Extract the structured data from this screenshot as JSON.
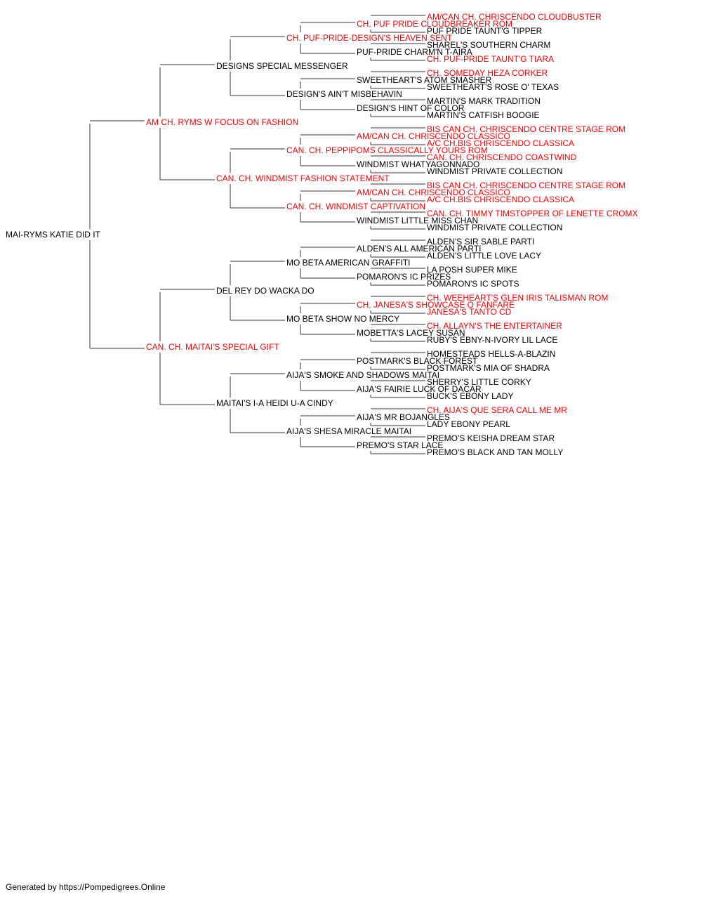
{
  "colors": {
    "champion": "#ff0000",
    "regular": "#000000",
    "line": "#333333"
  },
  "pedigree": {
    "name": "MAI-RYMS KATIE DID IT",
    "ch": false,
    "sire": {
      "name": "AM CH. RYMS W FOCUS ON FASHION",
      "ch": true,
      "sire": {
        "name": "DESIGNS SPECIAL MESSENGER",
        "ch": false,
        "sire": {
          "name": "CH. PUF-PRIDE-DESIGN'S HEAVEN SENT",
          "ch": true,
          "sire": {
            "name": "CH. PUF PRIDE CLOUDBREAKER ROM",
            "ch": true,
            "sire": {
              "name": "AM/CAN CH. CHRISCENDO CLOUDBUSTER",
              "ch": true
            },
            "dam": {
              "name": "PUF PRIDE TAUNT'G TIPPER",
              "ch": false
            }
          },
          "dam": {
            "name": "PUF-PRIDE CHARM'N T-AIRA",
            "ch": false,
            "sire": {
              "name": "SHAREL'S SOUTHERN CHARM",
              "ch": false
            },
            "dam": {
              "name": "CH. PUF-PRIDE TAUNT'G TIARA",
              "ch": true
            }
          }
        },
        "dam": {
          "name": "DESIGN'S AIN'T MISBEHAVIN",
          "ch": false,
          "sire": {
            "name": "SWEETHEART'S ATOM SMASHER",
            "ch": false,
            "sire": {
              "name": "CH. SOMEDAY HEZA CORKER",
              "ch": true
            },
            "dam": {
              "name": "SWEETHEART'S ROSE O' TEXAS",
              "ch": false
            }
          },
          "dam": {
            "name": "DESIGN'S HINT OF COLOR",
            "ch": false,
            "sire": {
              "name": "MARTIN'S MARK TRADITION",
              "ch": false
            },
            "dam": {
              "name": "MARTIN'S CATFISH BOOGIE",
              "ch": false
            }
          }
        }
      },
      "dam": {
        "name": "CAN. CH. WINDMIST FASHION STATEMENT",
        "ch": true,
        "sire": {
          "name": "CAN. CH. PEPPIPOMS CLASSICALLY YOURS ROM",
          "ch": true,
          "sire": {
            "name": "AM/CAN CH. CHRISCENDO CLASSICO",
            "ch": true,
            "sire": {
              "name": "BIS CAN CH. CHRISCENDO CENTRE STAGE ROM",
              "ch": true
            },
            "dam": {
              "name": "A/C CH.BIS CHRISCENDO CLASSICA",
              "ch": true
            }
          },
          "dam": {
            "name": "WINDMIST WHATYAGONNADO",
            "ch": false,
            "sire": {
              "name": "CAN. CH. CHRISCENDO COASTWIND",
              "ch": true
            },
            "dam": {
              "name": "WINDMIST PRIVATE COLLECTION",
              "ch": false
            }
          }
        },
        "dam": {
          "name": "CAN. CH. WINDMIST CAPTIVATION",
          "ch": true,
          "sire": {
            "name": "AM/CAN CH. CHRISCENDO CLASSICO",
            "ch": true,
            "sire": {
              "name": "BIS CAN CH. CHRISCENDO CENTRE STAGE ROM",
              "ch": true
            },
            "dam": {
              "name": "A/C CH.BIS CHRISCENDO CLASSICA",
              "ch": true
            }
          },
          "dam": {
            "name": "WINDMIST LITTLE MISS CHAN",
            "ch": false,
            "sire": {
              "name": "CAN. CH. TIMMY TIMSTOPPER OF LENETTE CROMX",
              "ch": true
            },
            "dam": {
              "name": "WINDMIST PRIVATE COLLECTION",
              "ch": false
            }
          }
        }
      }
    },
    "dam": {
      "name": "CAN. CH. MAITAI'S SPECIAL GIFT",
      "ch": true,
      "sire": {
        "name": "DEL REY DO WACKA DO",
        "ch": false,
        "sire": {
          "name": "MO BETA AMERICAN GRAFFITI",
          "ch": false,
          "sire": {
            "name": "ALDEN'S ALL AMERICAN PARTI",
            "ch": false,
            "sire": {
              "name": "ALDEN'S SIR SABLE PARTI",
              "ch": false
            },
            "dam": {
              "name": "ALDEN'S LITTLE LOVE LACY",
              "ch": false
            }
          },
          "dam": {
            "name": "POMARON'S IC PRIZES",
            "ch": false,
            "sire": {
              "name": "LA POSH SUPER MIKE",
              "ch": false
            },
            "dam": {
              "name": "POMARON'S IC SPOTS",
              "ch": false
            }
          }
        },
        "dam": {
          "name": "MO BETA SHOW NO MERCY",
          "ch": false,
          "sire": {
            "name": "CH. JANESA'S SHOWCASE O FANFARE",
            "ch": true,
            "sire": {
              "name": "CH. WEEHEART'S GLEN IRIS TALISMAN ROM",
              "ch": true
            },
            "dam": {
              "name": "JANESA'S TANTO CD",
              "ch": true
            }
          },
          "dam": {
            "name": "MOBETTA'S LACEY SUSAN",
            "ch": false,
            "sire": {
              "name": "CH. ALLAYN'S THE ENTERTAINER",
              "ch": true
            },
            "dam": {
              "name": "RUBY'S EBNY-N-IVORY LIL LACE",
              "ch": false
            }
          }
        }
      },
      "dam": {
        "name": "MAITAI'S I-A HEIDI U-A CINDY",
        "ch": false,
        "sire": {
          "name": "AIJA'S SMOKE AND SHADOWS MAITAI",
          "ch": false,
          "sire": {
            "name": "POSTMARK'S BLACK FOREST",
            "ch": false,
            "sire": {
              "name": "HOMESTEADS HELLS-A-BLAZIN",
              "ch": false
            },
            "dam": {
              "name": "POSTMARK'S MIA OF SHADRA",
              "ch": false
            }
          },
          "dam": {
            "name": "AIJA'S FAIRIE LUCK OF DACAR",
            "ch": false,
            "sire": {
              "name": "SHERRY'S LITTLE CORKY",
              "ch": false
            },
            "dam": {
              "name": "BUCK'S EBONY LADY",
              "ch": false
            }
          }
        },
        "dam": {
          "name": "AIJA'S SHESA MIRACLE MAITAI",
          "ch": false,
          "sire": {
            "name": "AIJA'S MR BOJANGLES",
            "ch": false,
            "sire": {
              "name": "CH. AIJA'S QUE SERA CALL ME MR",
              "ch": true
            },
            "dam": {
              "name": "LADY EBONY PEARL",
              "ch": false
            }
          },
          "dam": {
            "name": "PREMO'S STAR LACE",
            "ch": false,
            "sire": {
              "name": "PREMO'S KEISHA DREAM STAR",
              "ch": false
            },
            "dam": {
              "name": "PREMO'S BLACK AND TAN MOLLY",
              "ch": false
            }
          }
        }
      }
    }
  },
  "footer": {
    "text": "Generated by https://Pompedigrees.Online"
  }
}
